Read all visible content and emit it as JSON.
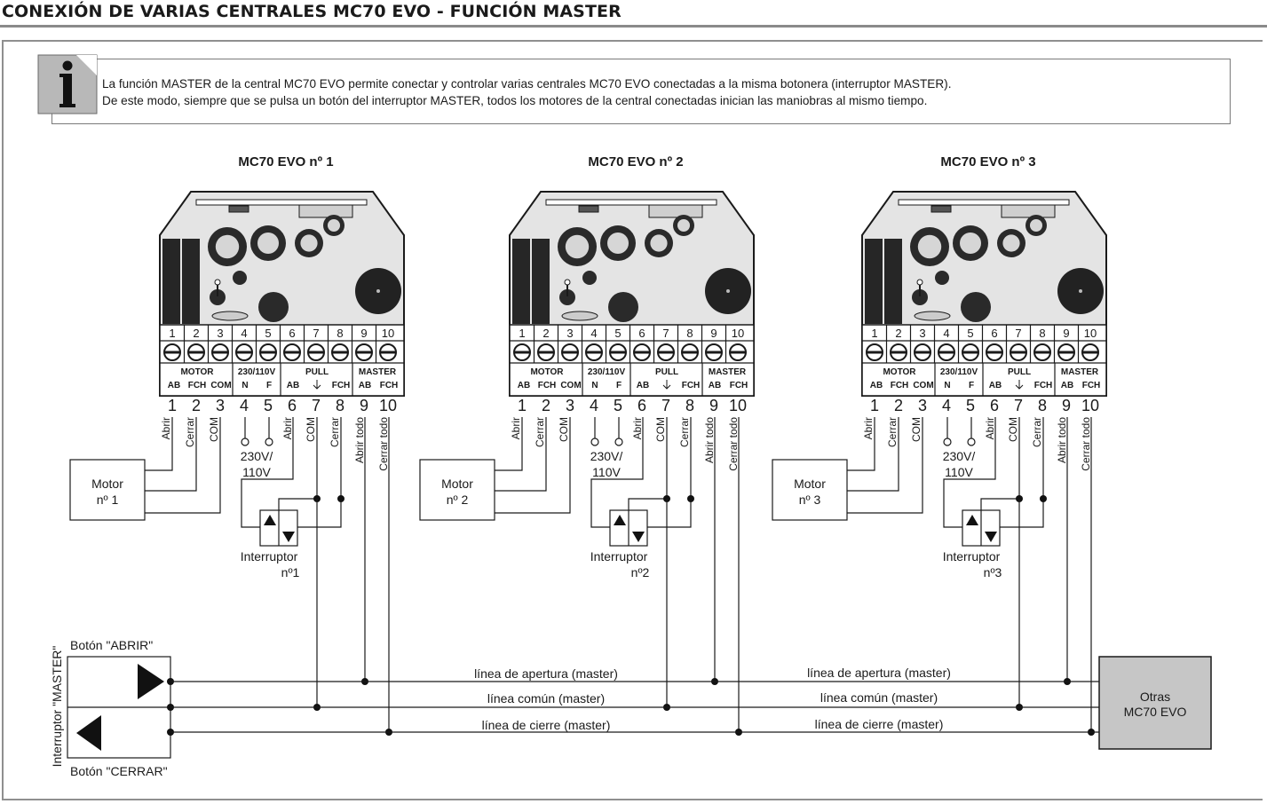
{
  "title": "CONEXIÓN DE VARIAS CENTRALES MC70 EVO - FUNCIÓN MASTER",
  "info": {
    "line1": "La función MASTER de la central MC70 EVO permite conectar y controlar varias centrales MC70 EVO conectadas a la misma botonera (interruptor MASTER).",
    "line2": "De este modo, siempre que se pulsa un botón del interruptor MASTER, todos los motores de la central conectadas inician las maniobras al mismo tiempo."
  },
  "boards": [
    {
      "title": "MC70 EVO nº 1",
      "motor_line1": "Motor",
      "motor_line2": "nº 1",
      "switch_line1": "Interruptor",
      "switch_line2": "nº1"
    },
    {
      "title": "MC70 EVO nº 2",
      "motor_line1": "Motor",
      "motor_line2": "nº 2",
      "switch_line1": "Interruptor",
      "switch_line2": "nº2"
    },
    {
      "title": "MC70 EVO nº 3",
      "motor_line1": "Motor",
      "motor_line2": "nº 3",
      "switch_line1": "Interruptor",
      "switch_line2": "nº3"
    }
  ],
  "terminals": [
    "1",
    "2",
    "3",
    "4",
    "5",
    "6",
    "7",
    "8",
    "9",
    "10"
  ],
  "groups": {
    "motor": "MOTOR",
    "power": "230/110V",
    "pull": "PULL",
    "master": "MASTER"
  },
  "sub_labels": {
    "ab": "AB",
    "fch": "FCH",
    "com": "COM",
    "n": "N",
    "f": "F"
  },
  "wire_labels": [
    "Abrir",
    "Cerrar",
    "COM",
    "Abrir",
    "COM",
    "Cerrar",
    "Abrir todo",
    "Cerrar todo"
  ],
  "voltage_line1": "230V/",
  "voltage_line2": "110V",
  "master_switch": {
    "side_label": "Interruptor \"MASTER\"",
    "open_label": "Botón \"ABRIR\"",
    "close_label": "Botón \"CERRAR\""
  },
  "lines": {
    "open": "línea de apertura (master)",
    "common": "línea común (master)",
    "close": "línea de cierre (master)"
  },
  "others_line1": "Otras",
  "others_line2": "MC70 EVO",
  "colors": {
    "rule": "#8a8a8a",
    "others_box": "#c6c6c6",
    "board_fill": "#e4e4e4",
    "relay": "#262626"
  }
}
